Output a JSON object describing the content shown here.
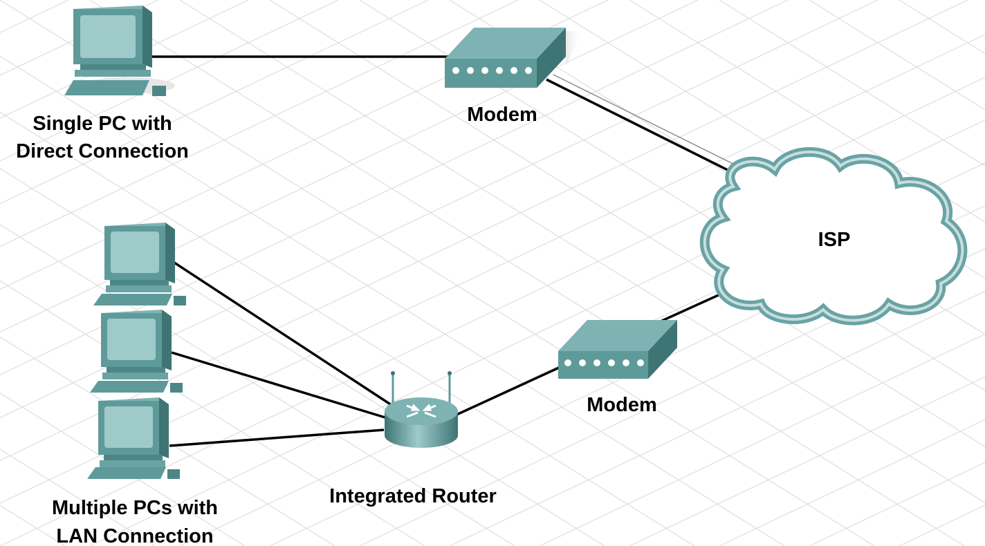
{
  "labels": {
    "single_pc_line1": "Single PC with",
    "single_pc_line2": "Direct Connection",
    "modem_top": "Modem",
    "isp": "ISP",
    "modem_bottom": "Modem",
    "router": "Integrated Router",
    "multi_pc_line1": "Multiple PCs with",
    "multi_pc_line2": "LAN Connection"
  },
  "colors": {
    "device_face": "#5f9a9a",
    "device_top": "#7fb3b3",
    "device_side": "#3f7474",
    "screen": "#9fcaca",
    "cloud_stroke": "#6aa3a3",
    "grid": "#dcdcdc",
    "link": "#000000"
  },
  "icons": {
    "pc": "pc-icon",
    "modem": "modem-icon",
    "router": "wireless-router-icon",
    "cloud": "cloud-icon"
  }
}
